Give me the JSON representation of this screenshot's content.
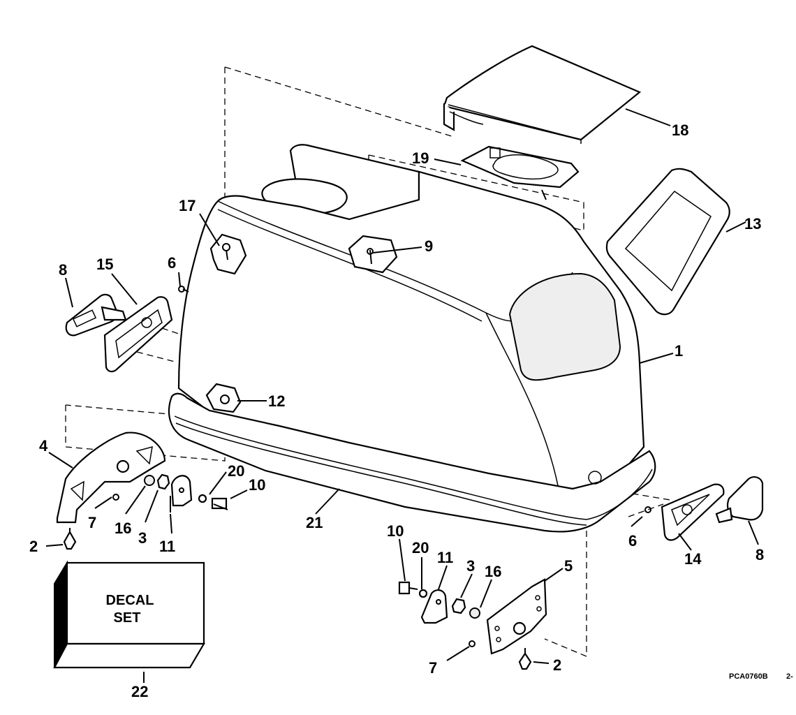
{
  "callouts": {
    "c1": "1",
    "c2a": "2",
    "c2b": "2",
    "c3a": "3",
    "c3b": "3",
    "c4": "4",
    "c5": "5",
    "c6a": "6",
    "c6b": "6",
    "c7a": "7",
    "c7b": "7",
    "c8a": "8",
    "c8b": "8",
    "c9": "9",
    "c10a": "10",
    "c10b": "10",
    "c11a": "11",
    "c11b": "11",
    "c12": "12",
    "c13": "13",
    "c14": "14",
    "c15": "15",
    "c16a": "16",
    "c16b": "16",
    "c17": "17",
    "c18": "18",
    "c19": "19",
    "c20a": "20",
    "c20b": "20",
    "c21": "21",
    "c22": "22"
  },
  "decal_box": {
    "line1": "DECAL",
    "line2": "SET"
  },
  "drawing_code": "PCA0760B",
  "page_marker": "2-"
}
